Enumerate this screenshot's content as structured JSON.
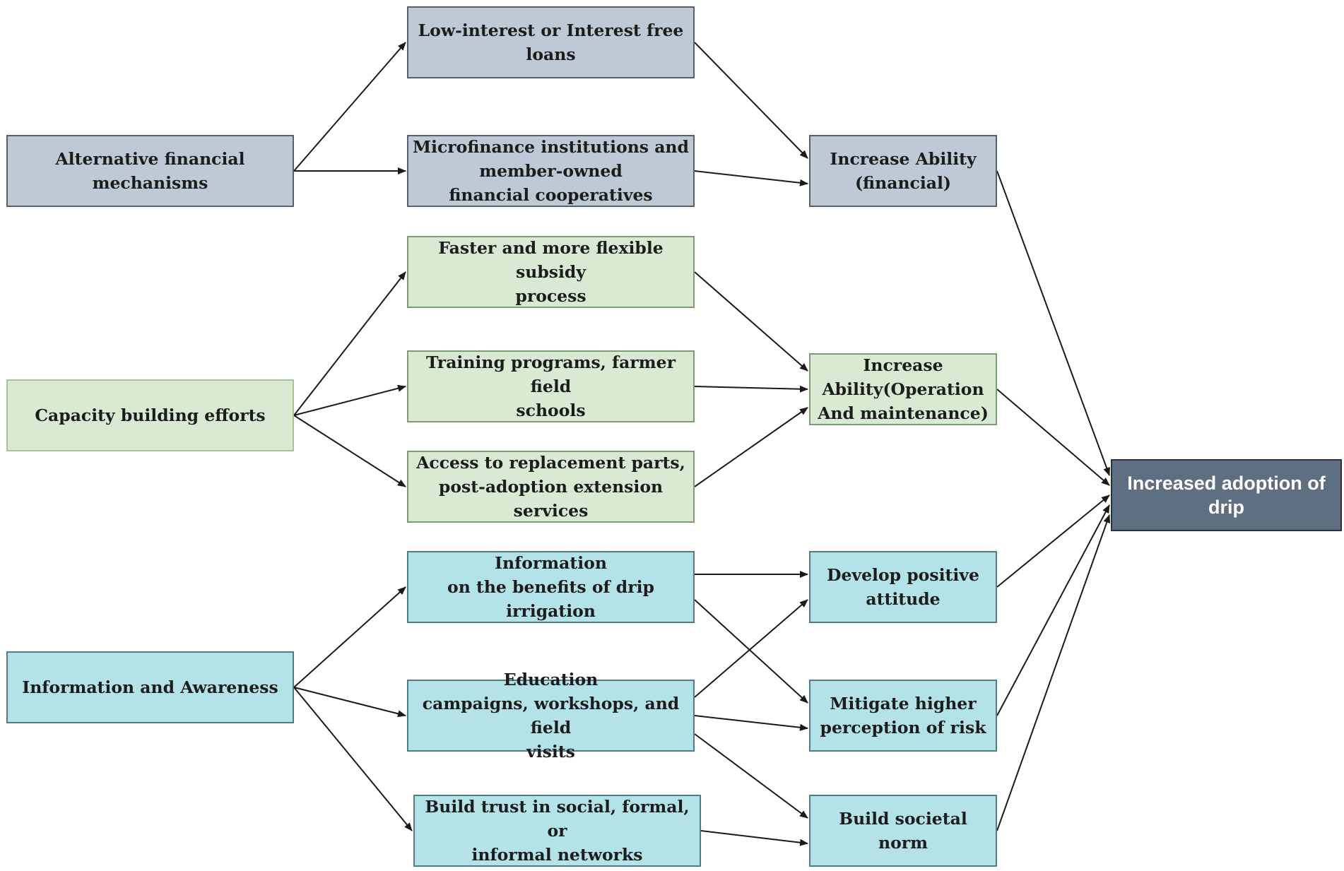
{
  "diagram": {
    "nodes": {
      "alt_fin": "Alternative financial\nmechanisms",
      "loans": "Low-interest or Interest free\nloans",
      "microfinance": "Microfinance institutions and\nmember-owned\nfinancial cooperatives",
      "inc_fin": "Increase Ability\n(financial)",
      "capacity": "Capacity building efforts",
      "subsidy": "Faster and more flexible subsidy\nprocess",
      "training": "Training programs, farmer field\nschools",
      "parts": "Access to replacement parts,\npost-adoption extension services",
      "inc_op": "Increase\nAbility(Operation\nAnd maintenance)",
      "awareness": "Information and Awareness",
      "benefits": "Information\non the benefits of drip irrigation",
      "education": "Education\ncampaigns, workshops, and field\nvisits",
      "trust": "Build trust in social, formal, or\ninformal networks",
      "attitude": "Develop positive\nattitude",
      "risk": "Mitigate higher\nperception of risk",
      "norm": "Build societal norm",
      "adoption": "Increased adoption of\ndrip"
    },
    "edges": [
      [
        "alt_fin",
        "loans"
      ],
      [
        "alt_fin",
        "microfinance"
      ],
      [
        "loans",
        "inc_fin"
      ],
      [
        "microfinance",
        "inc_fin"
      ],
      [
        "capacity",
        "subsidy"
      ],
      [
        "capacity",
        "training"
      ],
      [
        "capacity",
        "parts"
      ],
      [
        "subsidy",
        "inc_op"
      ],
      [
        "training",
        "inc_op"
      ],
      [
        "parts",
        "inc_op"
      ],
      [
        "awareness",
        "benefits"
      ],
      [
        "awareness",
        "education"
      ],
      [
        "awareness",
        "trust"
      ],
      [
        "benefits",
        "attitude"
      ],
      [
        "benefits",
        "risk"
      ],
      [
        "education",
        "attitude"
      ],
      [
        "education",
        "risk"
      ],
      [
        "education",
        "norm"
      ],
      [
        "trust",
        "norm"
      ],
      [
        "inc_fin",
        "adoption"
      ],
      [
        "inc_op",
        "adoption"
      ],
      [
        "attitude",
        "adoption"
      ],
      [
        "risk",
        "adoption"
      ],
      [
        "norm",
        "adoption"
      ]
    ],
    "colors": {
      "financial": "#bdcad6",
      "capacity": "#d9ead3",
      "information": "#b3e3e8",
      "outcome": "#5f6f82",
      "arrow": "#1a1a1a"
    }
  }
}
